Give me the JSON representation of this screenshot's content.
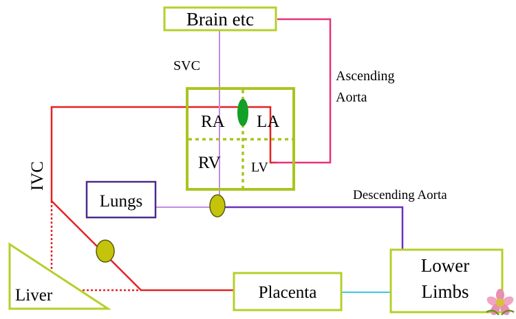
{
  "nodes": {
    "brain": "Brain etc",
    "lungs": "Lungs",
    "liver": "Liver",
    "placenta": "Placenta",
    "lower_limbs_line1": "Lower",
    "lower_limbs_line2": "Limbs"
  },
  "heart": {
    "ra": "RA",
    "la": "LA",
    "rv": "RV",
    "lv": "LV"
  },
  "vessels": {
    "svc": "SVC",
    "ivc": "IVC",
    "ascending_line1": "Ascending",
    "ascending_line2": "Aorta",
    "descending": "Descending Aorta"
  },
  "colors": {
    "box_border": "#b5cf2a",
    "heart_border": "#a9c51f",
    "ivc_red": "#e52020",
    "aorta_pink": "#e8307a",
    "svc_lilac": "#c48be0",
    "descending_purple": "#6a2fb8",
    "lungs_border": "#4b2a8a",
    "umbilical_cyan": "#3cc8e6",
    "shunt_olive": "#c4c40a",
    "foramen_green": "#13a028"
  }
}
